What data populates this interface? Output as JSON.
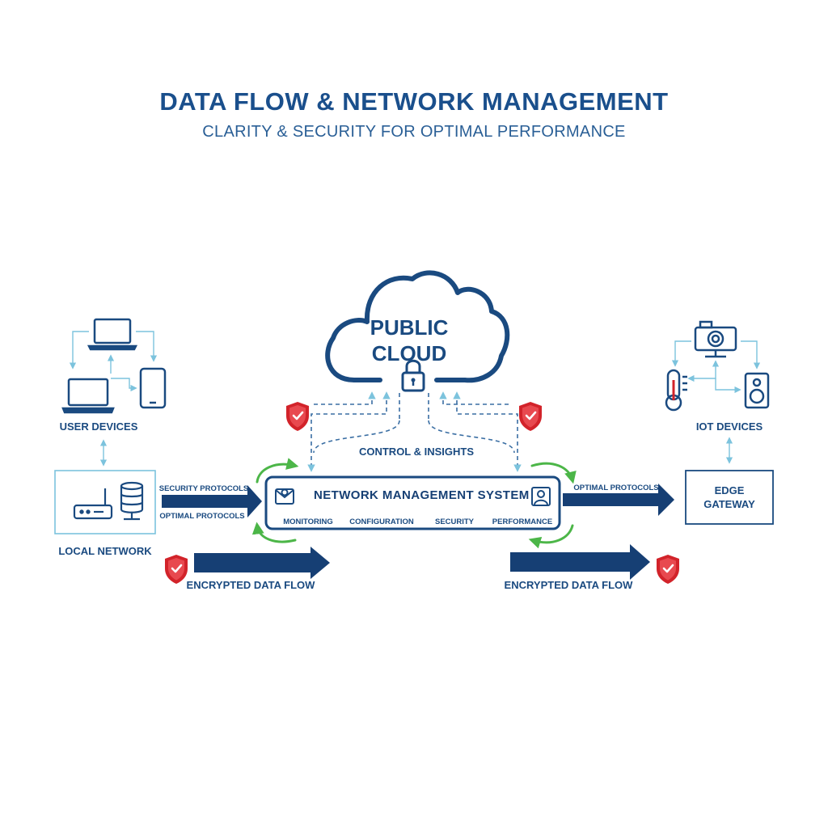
{
  "header": {
    "title": "DATA FLOW & NETWORK MANAGEMENT",
    "subtitle": "CLARITY & SECURITY FOR OPTIMAL PERFORMANCE"
  },
  "cloud": {
    "line1": "PUBLIC",
    "line2": "CLOUD",
    "icon": "lock-icon"
  },
  "user_devices": {
    "label": "USER DEVICES",
    "icons": [
      "laptop-icon",
      "laptop-icon",
      "smartphone-icon"
    ]
  },
  "iot_devices": {
    "label": "IOT DEVICES",
    "icons": [
      "camera-icon",
      "thermometer-icon",
      "speaker-icon"
    ]
  },
  "local_network": {
    "label": "LOCAL NETWORK",
    "icons": [
      "router-icon",
      "server-icon"
    ]
  },
  "edge_gateway": {
    "line1": "EDGE",
    "line2": "GATEWAY"
  },
  "control_label": "CONTROL & INSIGHTS",
  "nms": {
    "title": "NETWORK MANAGEMENT SYSTEM",
    "items": [
      "MONITORING",
      "CONFIGURATION",
      "SECURITY",
      "PERFORMANCE"
    ],
    "icons": [
      "mail-icon",
      "user-icon"
    ]
  },
  "flows": {
    "left_top": "SECURITY PROTOCOLS",
    "left_bottom": "OPTIMAL PROTOCOLS",
    "right_top": "OPTIMAL PROTOCOLS",
    "encrypted_left": "ENCRYPTED DATA FLOW",
    "encrypted_right": "ENCRYPTED DATA FLOW"
  },
  "colors": {
    "primary": "#1a4a80",
    "arrow": "#163f74",
    "light_line": "#7cc3dd",
    "green": "#4cb648",
    "shield_red": "#d2232a"
  }
}
